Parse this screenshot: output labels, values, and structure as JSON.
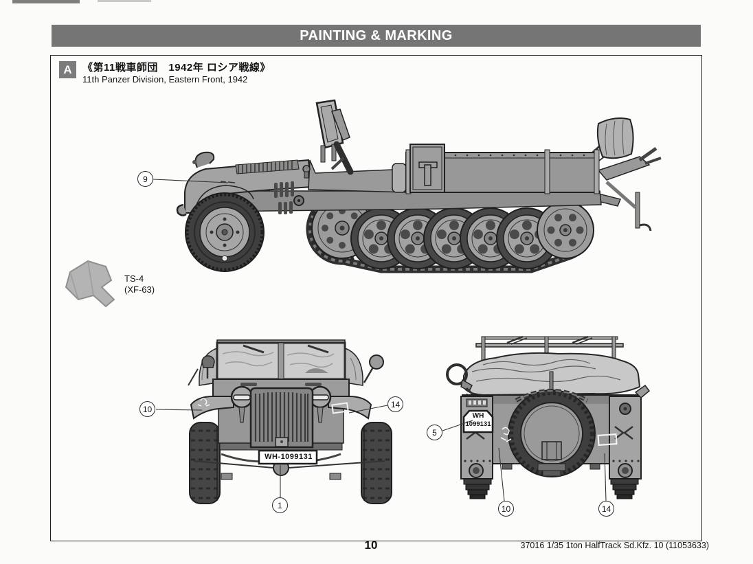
{
  "header": {
    "title": "PAINTING & MARKING"
  },
  "section": {
    "label": "A",
    "title_ja": "《第11戦車師団　1942年 ロシア戦線》",
    "title_en": "11th Panzer Division, Eastern Front, 1942"
  },
  "paint": {
    "spray_code": "TS-4",
    "acrylic_code": "(XF-63)"
  },
  "markings": {
    "front_plate": "WH-1099131",
    "rear_plate_line1": "WH",
    "rear_plate_line2": "1099131"
  },
  "callouts": {
    "side_fender": "9",
    "front_left_fender": "10",
    "front_right_fender": "14",
    "front_plate": "1",
    "rear_plate": "5",
    "rear_left": "10",
    "rear_right": "14"
  },
  "footer": {
    "page_number": "10",
    "product_info": "37016  1/35 1ton HalfTrack Sd.Kfz. 10 (11053633)"
  },
  "colors": {
    "header_bar": "#757575",
    "vehicle_body": "#9e9e9e",
    "tarp": "#c8c8c8",
    "track_dark": "#2f2f2f",
    "line_ink": "#1f1f1f"
  }
}
